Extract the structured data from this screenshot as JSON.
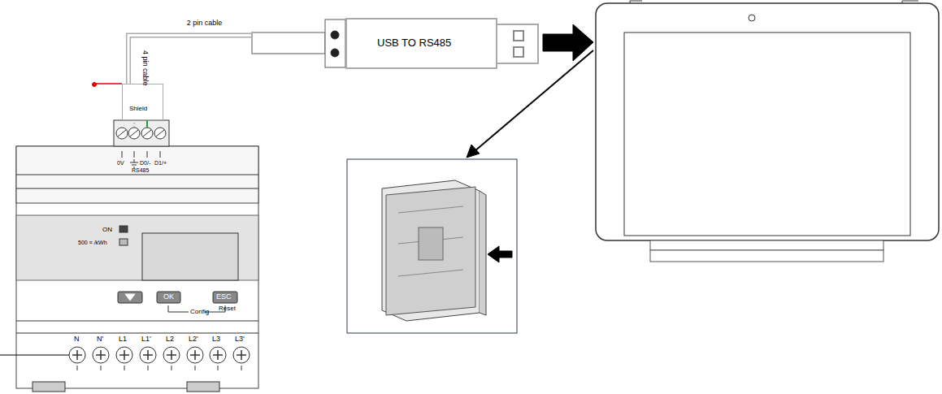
{
  "diagram": {
    "nodes": [
      {
        "text": [
          "Shield"
        ]
      },
      {
        "text": [
          "USB TO RS485"
        ]
      }
    ],
    "edges": [
      {
        "from": 0,
        "to": 1,
        "arrow": "none",
        "label": "2 pin cable"
      }
    ],
    "labels": [
      "4 pin cable",
      "0V",
      "D0/-",
      "D1/+",
      "RS485",
      "ON",
      "500 ≡ /kWh",
      "OK",
      "ESC",
      "Config",
      "Reset",
      "N",
      "N'",
      "L1",
      "L1'",
      "L2",
      "L2'",
      "L3",
      "L3'"
    ]
  }
}
